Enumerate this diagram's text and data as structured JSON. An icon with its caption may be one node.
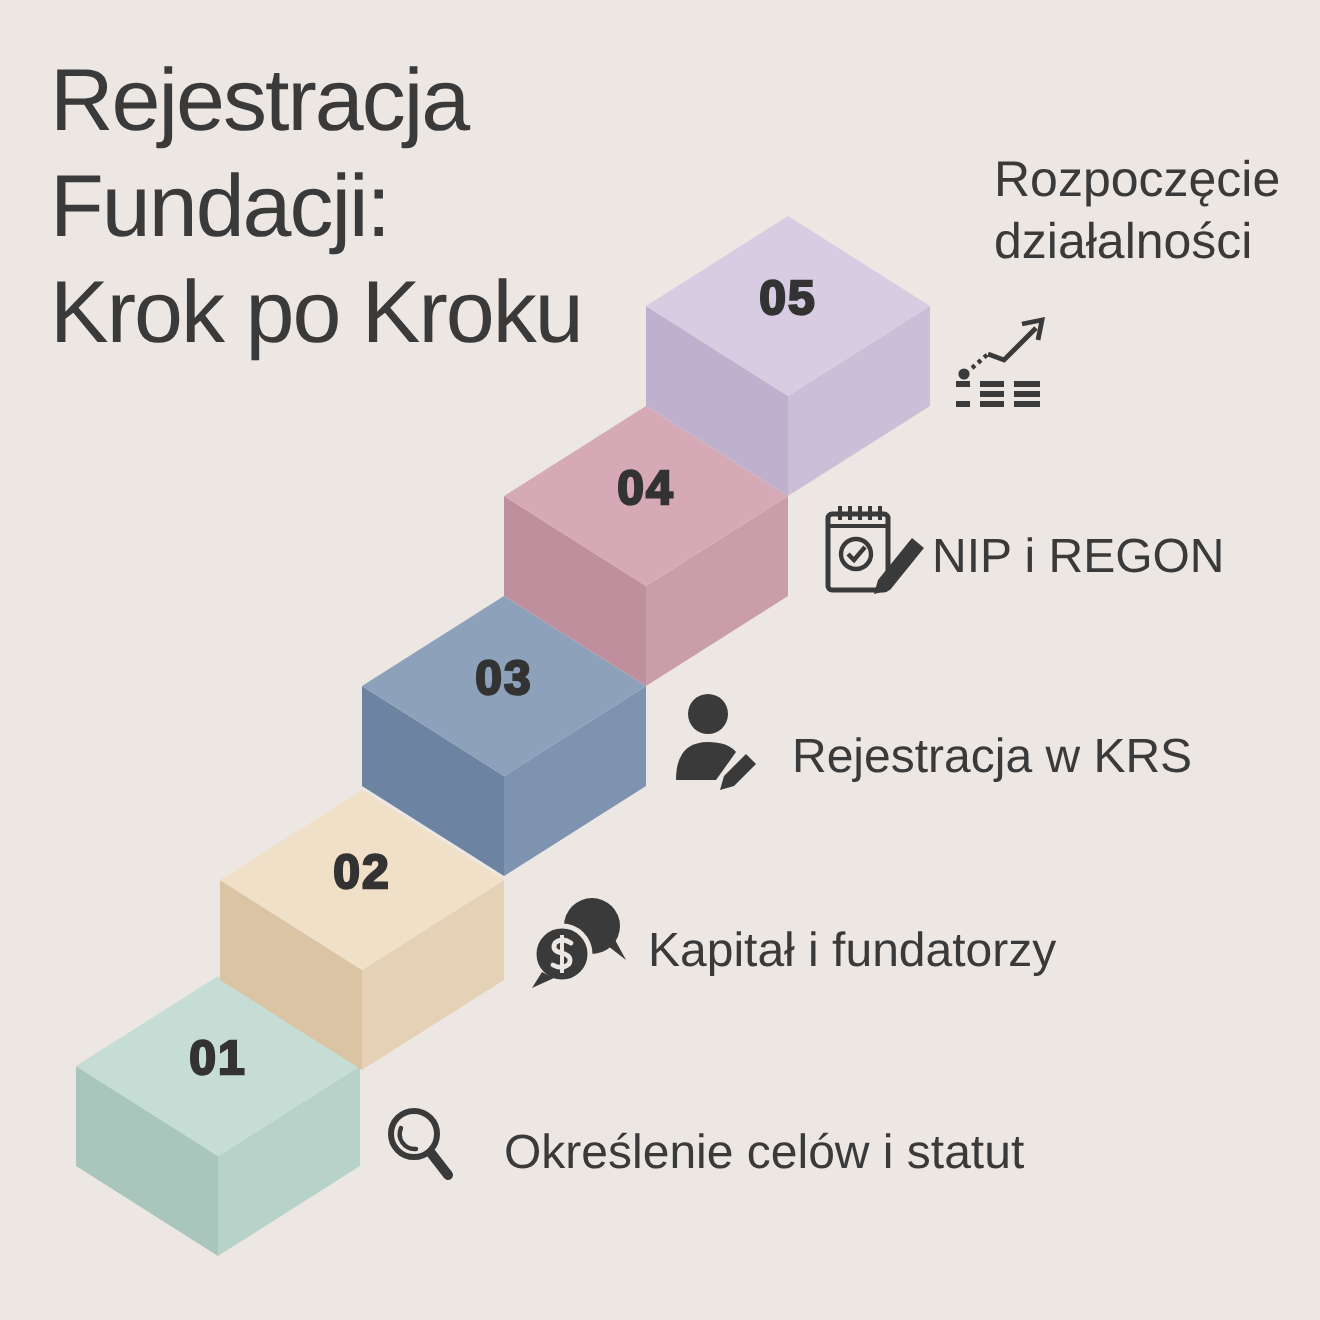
{
  "diagram": {
    "title": "Rejestracja Fundacji: Krok po Kroku",
    "nodes": [
      {
        "text": [
          "01"
        ]
      },
      {
        "text": [
          "02"
        ]
      },
      {
        "text": [
          "03"
        ]
      },
      {
        "text": [
          "04"
        ]
      },
      {
        "text": [
          "05"
        ]
      }
    ],
    "labels": [
      "Rozpoczęcie działalności",
      "NIP i REGON",
      "Rejestracja w KRS",
      "Kapitał i fundatorzy",
      "Określenie celów i statut"
    ]
  }
}
